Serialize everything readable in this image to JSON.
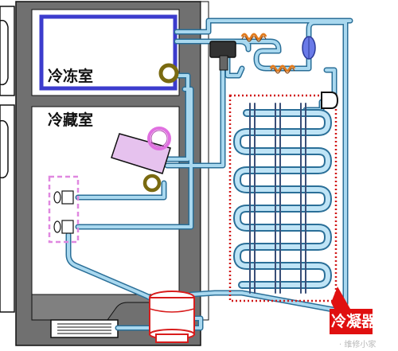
{
  "labels": {
    "freezer": "冷冻室",
    "fridge": "冷藏室",
    "condenser": "冷凝器"
  },
  "watermark": "· 维修小家",
  "colors": {
    "cabinet_gray": "#707070",
    "panel_white": "#ffffff",
    "outline_black": "#111111",
    "pipe_outline": "#2a6f98",
    "pipe_fill": "#a9d8ef",
    "evaporator_border": "#3c3ccd",
    "capillary_orange": "#e07b1f",
    "valve_olive": "#7a6a10",
    "solenoid_pink": "#e070e0",
    "filter_blue": "#6a7ae8",
    "compressor_red": "#d81c1c",
    "condenser_coil": "#3a4f78",
    "callout_red": "#e01010",
    "dotted_pink": "#e088e0"
  }
}
